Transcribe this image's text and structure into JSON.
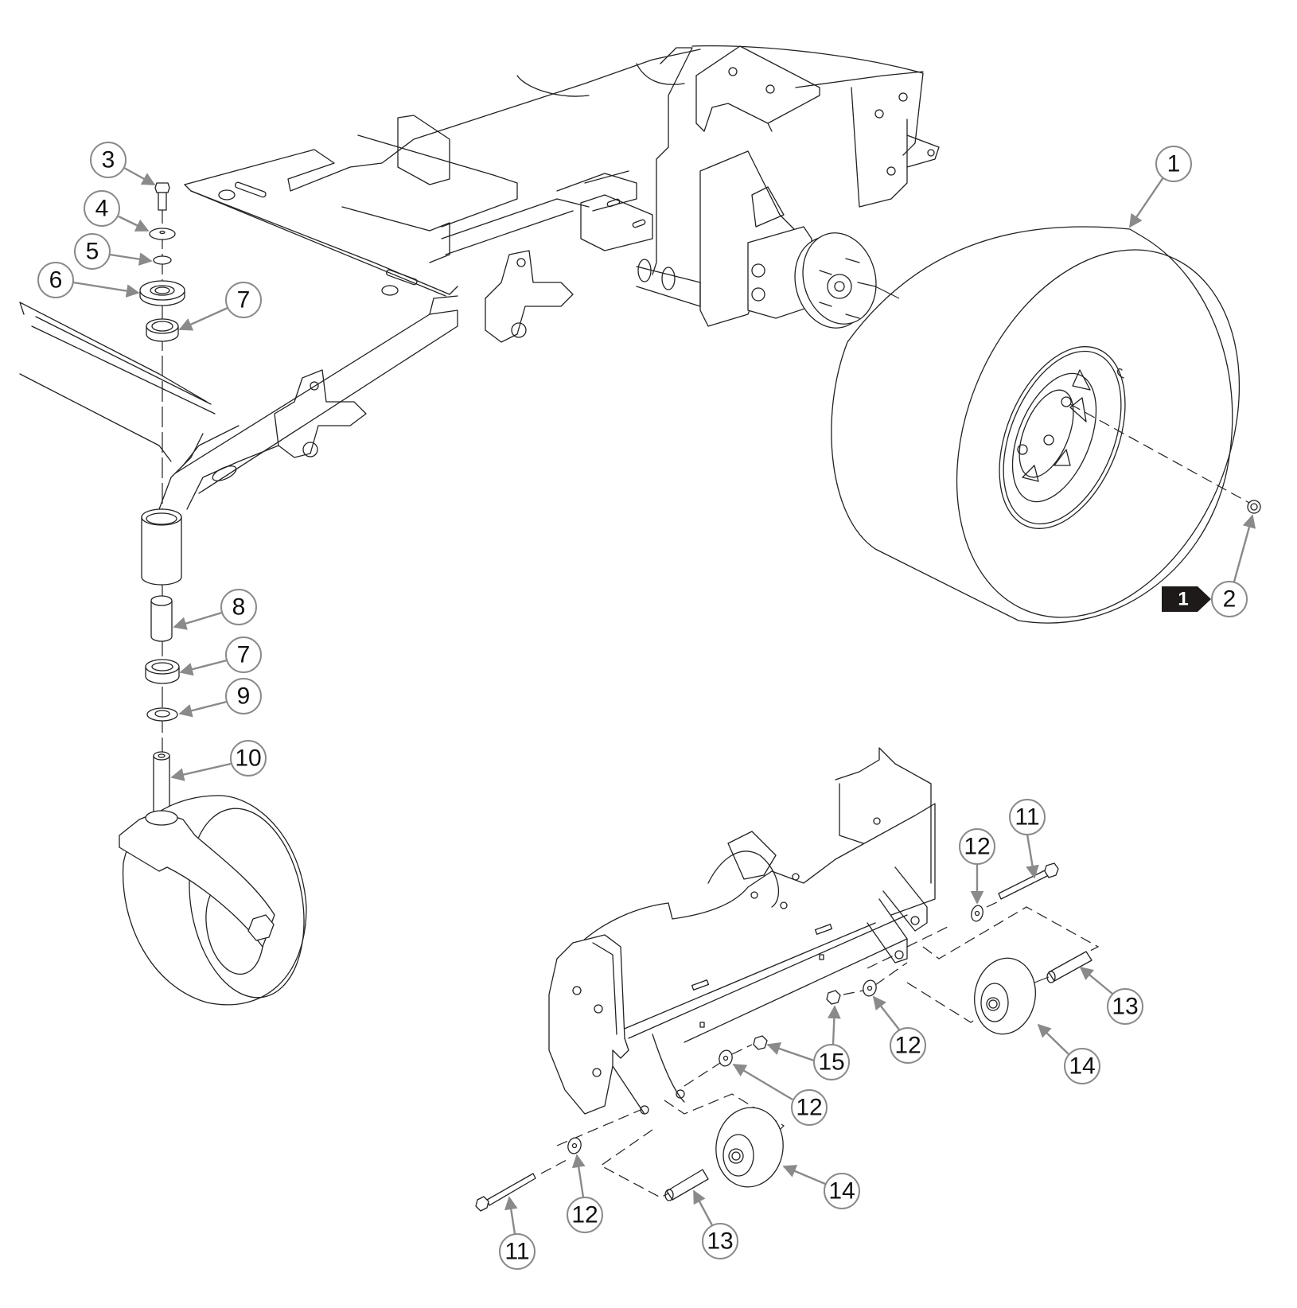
{
  "diagram": {
    "type": "exploded-parts-diagram",
    "subject": "Mower chassis wheels, front caster and anti-scalp rollers",
    "colors": {
      "line": "#222222",
      "callout_border": "#8a8a8a",
      "arrow": "#8a8a8a",
      "badge": "#1e1a1a"
    },
    "note_badge": {
      "label": "1",
      "points_to_callout": "2"
    },
    "callouts": [
      {
        "id": "c1",
        "number": "1",
        "part": "rear drive wheel assembly"
      },
      {
        "id": "c2",
        "number": "2",
        "part": "lug nut"
      },
      {
        "id": "c3",
        "number": "3",
        "part": "hex bolt"
      },
      {
        "id": "c4",
        "number": "4",
        "part": "washer"
      },
      {
        "id": "c5",
        "number": "5",
        "part": "spacer ring"
      },
      {
        "id": "c6",
        "number": "6",
        "part": "dust cap / seal"
      },
      {
        "id": "c7a",
        "number": "7",
        "part": "upper bearing"
      },
      {
        "id": "c8",
        "number": "8",
        "part": "bearing spacer tube"
      },
      {
        "id": "c7b",
        "number": "7",
        "part": "lower bearing"
      },
      {
        "id": "c9",
        "number": "9",
        "part": "thrust washer"
      },
      {
        "id": "c10",
        "number": "10",
        "part": "caster fork with wheel"
      },
      {
        "id": "c11a",
        "number": "11",
        "part": "roller bolt (right)"
      },
      {
        "id": "c12a",
        "number": "12",
        "part": "washer (right, outer)"
      },
      {
        "id": "c13a",
        "number": "13",
        "part": "roller spacer (right)"
      },
      {
        "id": "c14a",
        "number": "14",
        "part": "anti-scalp roller (right)"
      },
      {
        "id": "c12b",
        "number": "12",
        "part": "washer (right, inner)"
      },
      {
        "id": "c15",
        "number": "15",
        "part": "lock nut"
      },
      {
        "id": "c12c",
        "number": "12",
        "part": "washer (left, inner)"
      },
      {
        "id": "c14b",
        "number": "14",
        "part": "anti-scalp roller (left)"
      },
      {
        "id": "c13b",
        "number": "13",
        "part": "roller spacer (left)"
      },
      {
        "id": "c12d",
        "number": "12",
        "part": "washer (left, outer)"
      },
      {
        "id": "c11b",
        "number": "11",
        "part": "roller bolt (left)"
      }
    ]
  }
}
